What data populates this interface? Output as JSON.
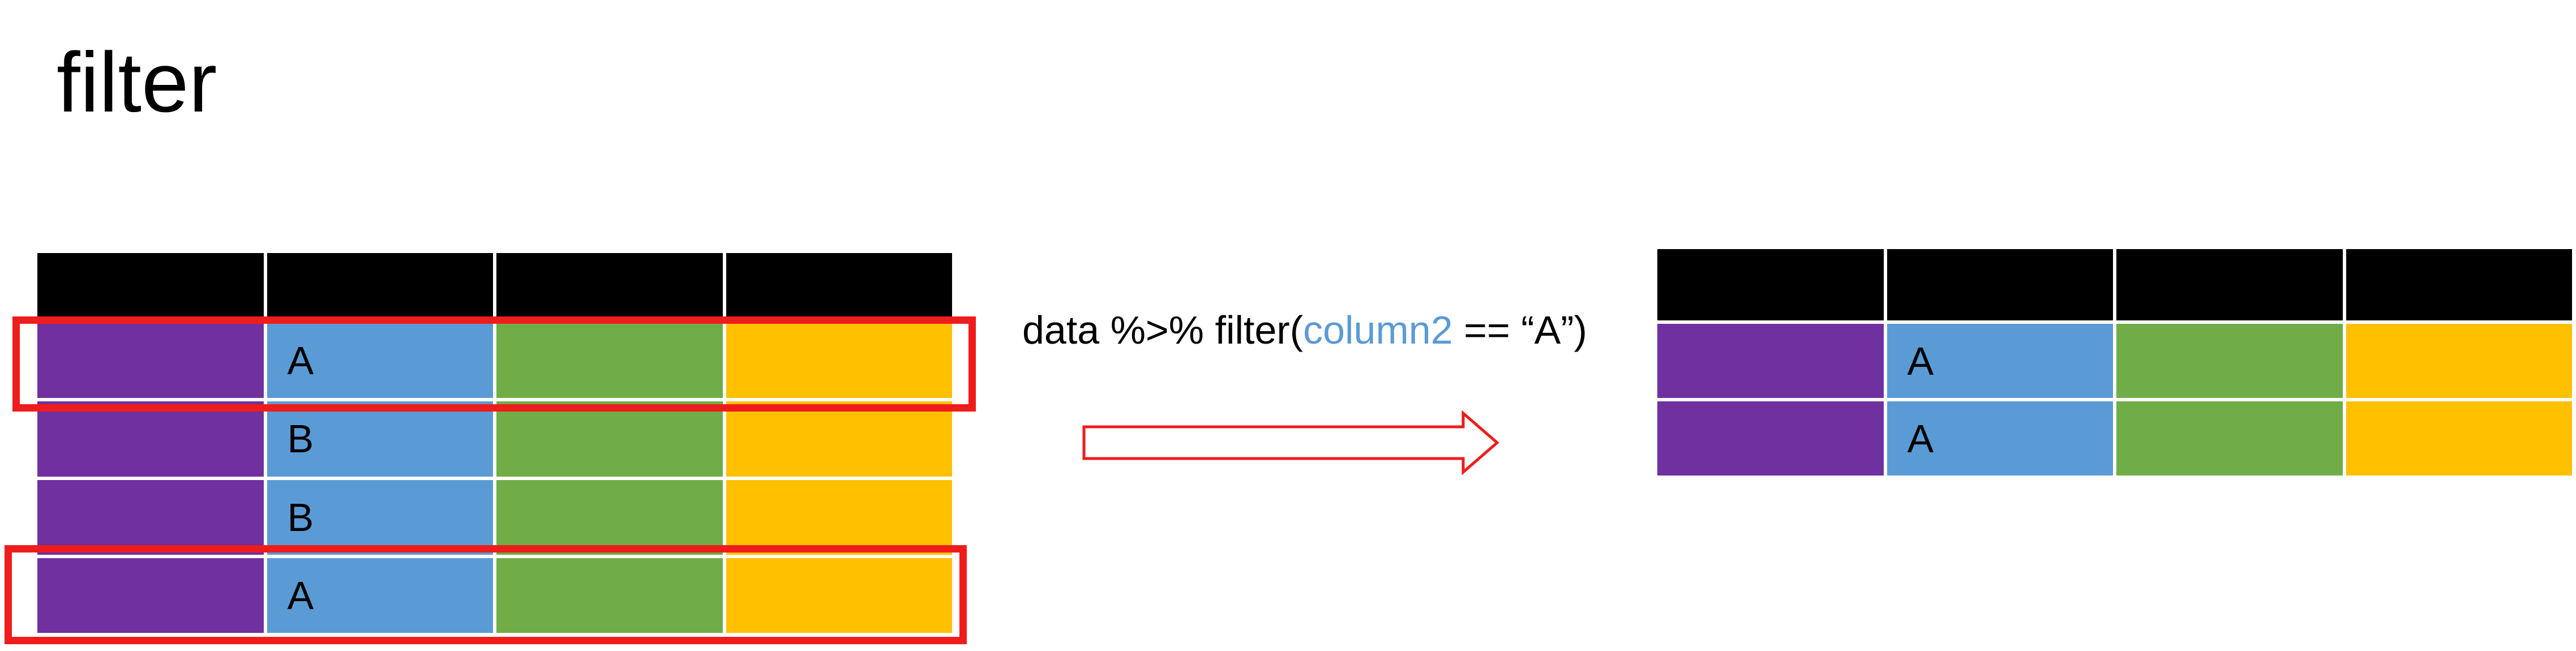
{
  "title": "filter",
  "colors": {
    "header": "#000000",
    "col1": "#7030a0",
    "col2": "#5b9bd5",
    "col3": "#70ad47",
    "col4": "#ffc000",
    "highlight": "#ef1c1c",
    "code_accent": "#5b9bd5"
  },
  "input_table": {
    "rows": [
      {
        "column2": "A",
        "highlighted": true
      },
      {
        "column2": "B",
        "highlighted": false
      },
      {
        "column2": "B",
        "highlighted": false
      },
      {
        "column2": "A",
        "highlighted": true
      }
    ]
  },
  "code": {
    "prefix": "data %>% filter(",
    "column": "column2",
    "suffix": " == “A”)"
  },
  "output_table": {
    "rows": [
      {
        "column2": "A"
      },
      {
        "column2": "A"
      }
    ]
  }
}
